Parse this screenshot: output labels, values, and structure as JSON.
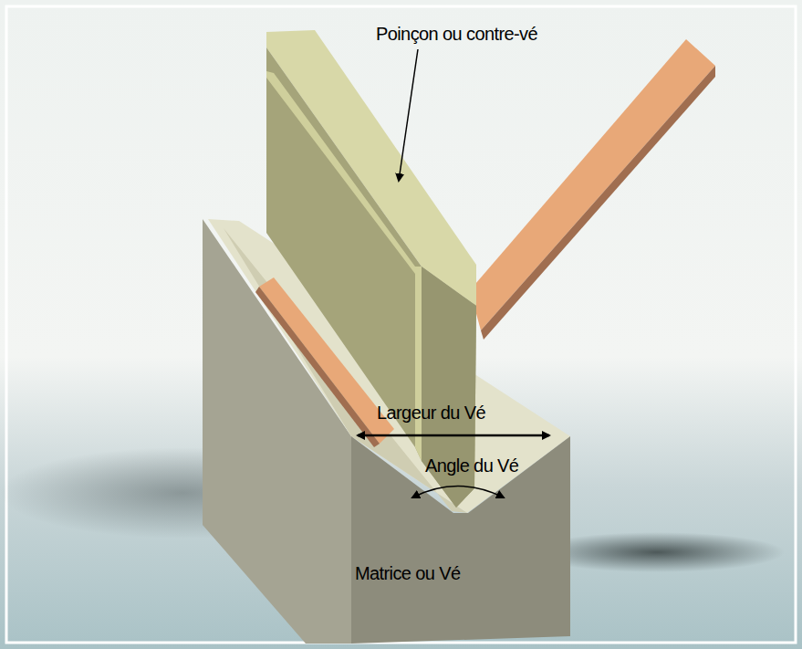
{
  "diagram": {
    "labels": [
      "Poinçon ou contre-vé",
      "Largeur du Vé",
      "Angle du Vé",
      "Matrice ou Vé"
    ]
  }
}
